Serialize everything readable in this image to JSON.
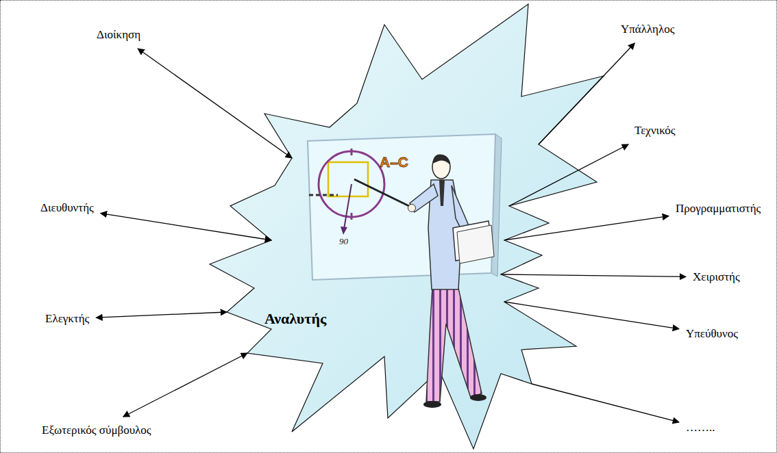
{
  "diagram": {
    "nodes": [
      {
        "text": [
          "Διοίκηση"
        ]
      },
      {
        "text": [
          "Υπάλληλος"
        ]
      },
      {
        "text": [
          "Τεχνικός"
        ]
      },
      {
        "text": [
          "Διευθυντής"
        ]
      },
      {
        "text": [
          "Προγραμματιστής"
        ]
      },
      {
        "text": [
          "Χειριστής"
        ]
      },
      {
        "text": [
          "Αναλυτής"
        ]
      },
      {
        "text": [
          "Ελεγκτής"
        ]
      },
      {
        "text": [
          "Υπεύθυνος"
        ]
      },
      {
        "text": [
          "Εξωτερικός σύμβουλος"
        ]
      },
      {
        "text": [
          "…….."
        ]
      }
    ],
    "edges": [
      {
        "from": 0,
        "to": 6,
        "arrow": "both"
      },
      {
        "from": 6,
        "to": 1,
        "arrow": "to"
      },
      {
        "from": 6,
        "to": 2,
        "arrow": "to"
      },
      {
        "from": 3,
        "to": 6,
        "arrow": "both"
      },
      {
        "from": 6,
        "to": 4,
        "arrow": "to"
      },
      {
        "from": 6,
        "to": 5,
        "arrow": "to"
      },
      {
        "from": 7,
        "to": 6,
        "arrow": "both"
      },
      {
        "from": 6,
        "to": 8,
        "arrow": "to"
      },
      {
        "from": 9,
        "to": 6,
        "arrow": "both"
      },
      {
        "from": 6,
        "to": 10,
        "arrow": "to"
      }
    ],
    "labels": [
      "A–C",
      "90"
    ]
  }
}
